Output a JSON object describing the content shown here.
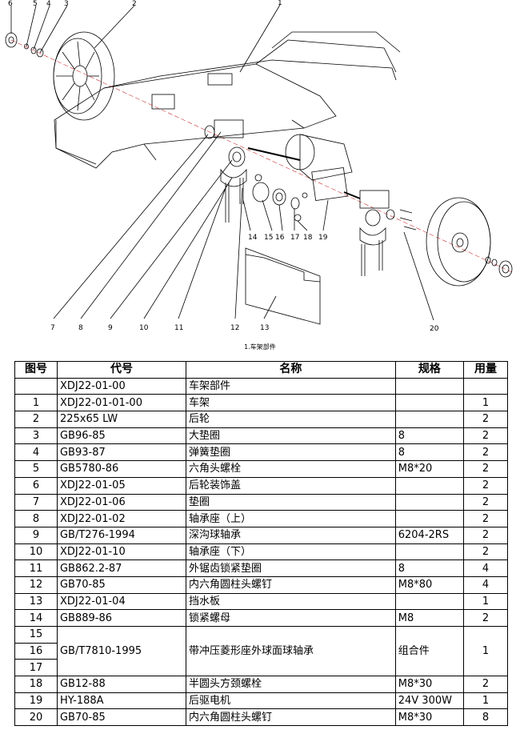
{
  "callouts": [
    "6",
    "5",
    "4",
    "3",
    "2",
    "1",
    "7",
    "8",
    "9",
    "10",
    "11",
    "12",
    "13",
    "14",
    "15",
    "16",
    "17",
    "18",
    "19",
    "20"
  ],
  "caption": "1.车架部件",
  "table": {
    "headers": [
      "图号",
      "代号",
      "名称",
      "规格",
      "用量"
    ],
    "rows": [
      [
        "",
        "XDJ22-01-00",
        "车架部件",
        "",
        ""
      ],
      [
        "1",
        "XDJ22-01-01-00",
        "车架",
        "",
        "1"
      ],
      [
        "2",
        "225x65 LW",
        "后轮",
        "",
        "2"
      ],
      [
        "3",
        "GB96-85",
        "大垫圈",
        "8",
        "2"
      ],
      [
        "4",
        "GB93-87",
        "弹簧垫圈",
        "8",
        "2"
      ],
      [
        "5",
        "GB5780-86",
        "六角头螺栓",
        "M8*20",
        "2"
      ],
      [
        "6",
        "XDJ22-01-05",
        "后轮装饰盖",
        "",
        "2"
      ],
      [
        "7",
        "XDJ22-01-06",
        "垫圈",
        "",
        "2"
      ],
      [
        "8",
        "XDJ22-01-02",
        "轴承座（上）",
        "",
        "2"
      ],
      [
        "9",
        "GB/T276-1994",
        "深沟球轴承",
        "6204-2RS",
        "2"
      ],
      [
        "10",
        "XDJ22-01-10",
        "轴承座（下）",
        "",
        "2"
      ],
      [
        "11",
        "GB862.2-87",
        "外锯齿锁紧垫圈",
        "8",
        "4"
      ],
      [
        "12",
        "GB70-85",
        "内六角圆柱头螺钉",
        "M8*80",
        "4"
      ],
      [
        "13",
        "XDJ22-01-04",
        "挡水板",
        "",
        "1"
      ],
      [
        "14",
        "GB889-86",
        "锁紧螺母",
        "M8",
        "2"
      ]
    ],
    "merged": {
      "nums": [
        "15",
        "16",
        "17"
      ],
      "code": "GB/T7810-1995",
      "name": "带冲压菱形座外球面球轴承",
      "spec": "组合件",
      "qty": "1"
    },
    "tail_rows": [
      [
        "18",
        "GB12-88",
        "半圆头方颈螺栓",
        "M8*30",
        "2"
      ],
      [
        "19",
        "HY-188A",
        "后驱电机",
        "24V 300W",
        "1"
      ],
      [
        "20",
        "GB70-85",
        "内六角圆柱头螺钉",
        "M8*30",
        "8"
      ]
    ]
  }
}
